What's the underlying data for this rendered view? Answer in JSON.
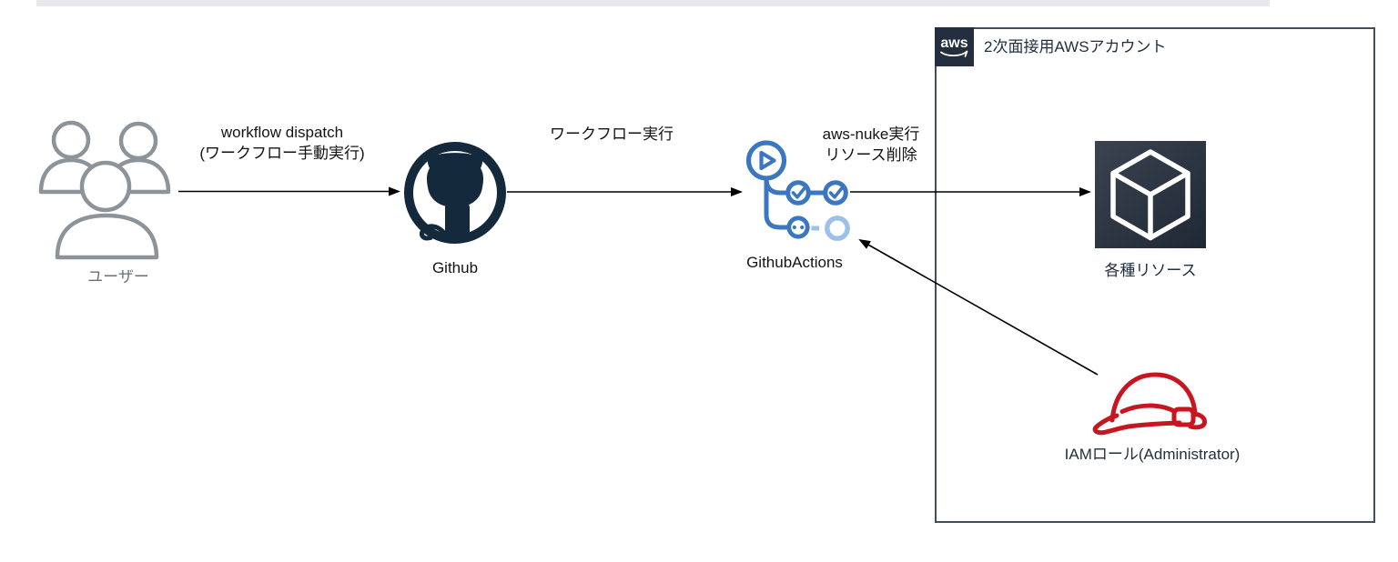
{
  "page": {
    "background": "#ffffff",
    "top_strip_color": "#e6e9ec"
  },
  "diagram": {
    "nodes": {
      "users": {
        "label": "ユーザー"
      },
      "github": {
        "label": "Github"
      },
      "github_actions": {
        "label": "GithubActions"
      },
      "resources": {
        "label": "各種リソース"
      },
      "iam_role": {
        "label": "IAMロール(Administrator)"
      }
    },
    "aws_account": {
      "label": "2次面接用AWSアカウント",
      "logo_text": "aws"
    },
    "edges": {
      "users_to_github": {
        "line1": "workflow dispatch",
        "line2": "(ワークフロー手動実行)"
      },
      "github_to_actions": {
        "label": "ワークフロー実行"
      },
      "actions_to_resources": {
        "line1": "aws-nuke実行",
        "line2": "リソース削除"
      }
    },
    "colors": {
      "users_icon": "#8c9399",
      "github_icon": "#15293c",
      "actions_blue": "#3b76c0",
      "actions_light_blue": "#9dc0e6",
      "aws_dark": "#232f3e",
      "account_box_border": "#414e5e",
      "iam_red": "#c7161f",
      "arrow_black": "#000000",
      "label_gray": "#687078",
      "label_navy": "#232f3e",
      "label_black": "#131313"
    }
  }
}
